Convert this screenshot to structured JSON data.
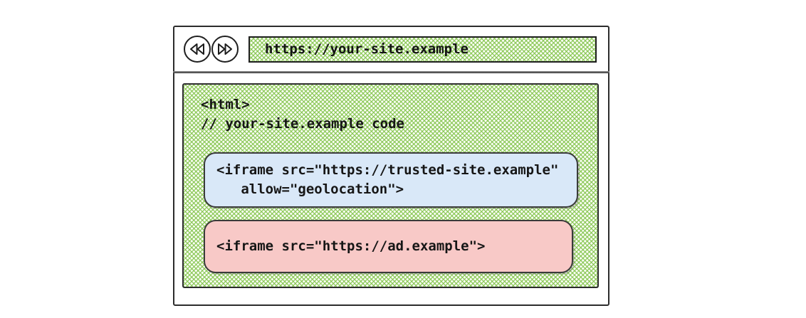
{
  "browser": {
    "url": "https://your-site.example",
    "back_icon": "double-left-arrow",
    "forward_icon": "double-right-arrow"
  },
  "page_code": {
    "html_tag_line": "<html>",
    "comment_line": "// your-site.example code"
  },
  "trusted_iframe_box": {
    "code_line1": "<iframe src=\"https://trusted-site.example\"",
    "code_line2": "   allow=\"geolocation\">",
    "fill_color": "#d9e8f8"
  },
  "ad_iframe_box": {
    "code_line": "<iframe src=\"https://ad.example\">",
    "fill_color": "#f8c9c7"
  },
  "colors": {
    "hatch_green": "#86c551",
    "sketch_border": "#2c2c2c"
  }
}
